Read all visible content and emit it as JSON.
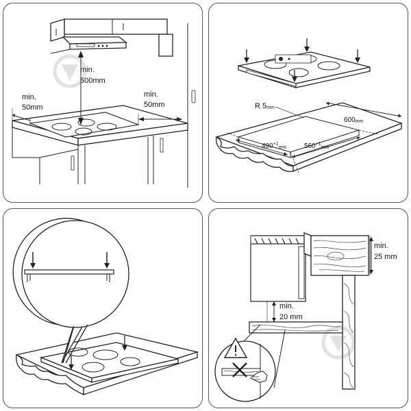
{
  "panels": {
    "wall_cabinet": {
      "min_height_label": "min.",
      "min_height_value": "500mm",
      "left_gap_label": "min.",
      "left_gap_value": "50mm",
      "right_gap_label": "min.",
      "right_gap_value": "50mm"
    },
    "cutout": {
      "radius_label": "R 5",
      "radius_unit": "mm",
      "depth_label": "490",
      "depth_tol": "+1",
      "depth_unit": "mm",
      "width_label": "560",
      "width_tol": "+1",
      "width_unit": "mm",
      "worktop_label": "600",
      "worktop_unit": "mm"
    },
    "install": {},
    "clearance": {
      "worktop_min_label": "min.",
      "worktop_min_value": "25 mm",
      "gap_min_label": "min.",
      "gap_min_value": "20 mm"
    }
  }
}
